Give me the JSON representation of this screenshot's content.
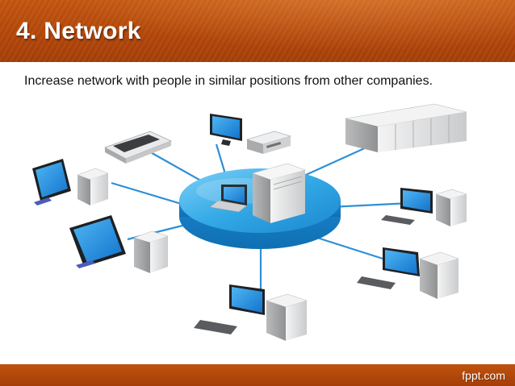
{
  "slide": {
    "title": "4. Network",
    "subtitle": "Increase network with people in similar positions from other companies.",
    "brand": "fppt.com"
  },
  "colors": {
    "header": "#b4470a",
    "hub": "#2aa3e3",
    "screen": "#1f8fe0",
    "cable": "#2e8fd6"
  },
  "diagram": {
    "hub": "hub-disc",
    "nodes": [
      "scanner",
      "monitor-with-receiver",
      "server-rack",
      "laptop-tower-left",
      "workstation-right-upper",
      "laptop-tower-left-lower",
      "workstation-right-lower",
      "workstation-bottom"
    ]
  }
}
